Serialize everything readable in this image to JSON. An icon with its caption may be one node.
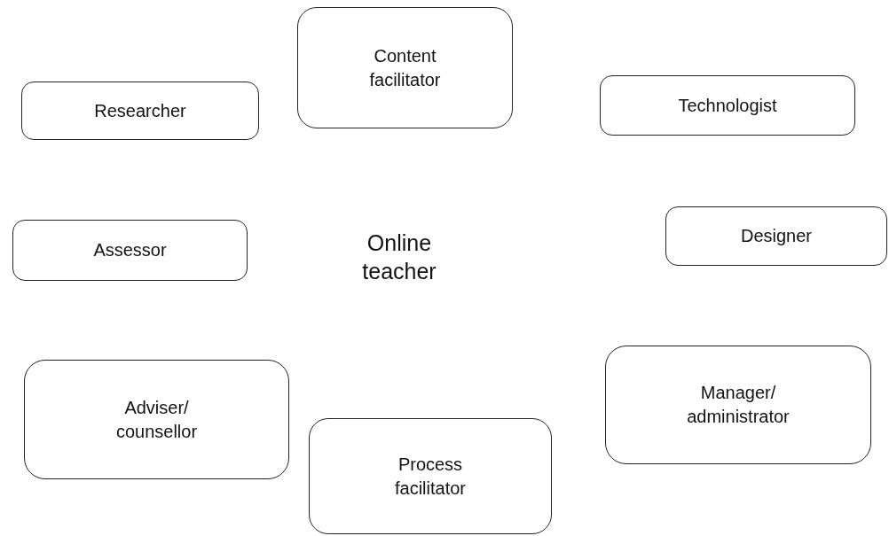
{
  "diagram": {
    "nodes": [
      {
        "text": [
          "Content facilitator"
        ]
      },
      {
        "text": [
          "Researcher"
        ]
      },
      {
        "text": [
          "Technologist"
        ]
      },
      {
        "text": [
          "Assessor"
        ]
      },
      {
        "text": [
          "Designer"
        ]
      },
      {
        "text": [
          "Adviser/ counsellor"
        ]
      },
      {
        "text": [
          "Manager/ administrator"
        ]
      },
      {
        "text": [
          "Process facilitator"
        ]
      }
    ],
    "labels": [
      "Online teacher"
    ]
  }
}
